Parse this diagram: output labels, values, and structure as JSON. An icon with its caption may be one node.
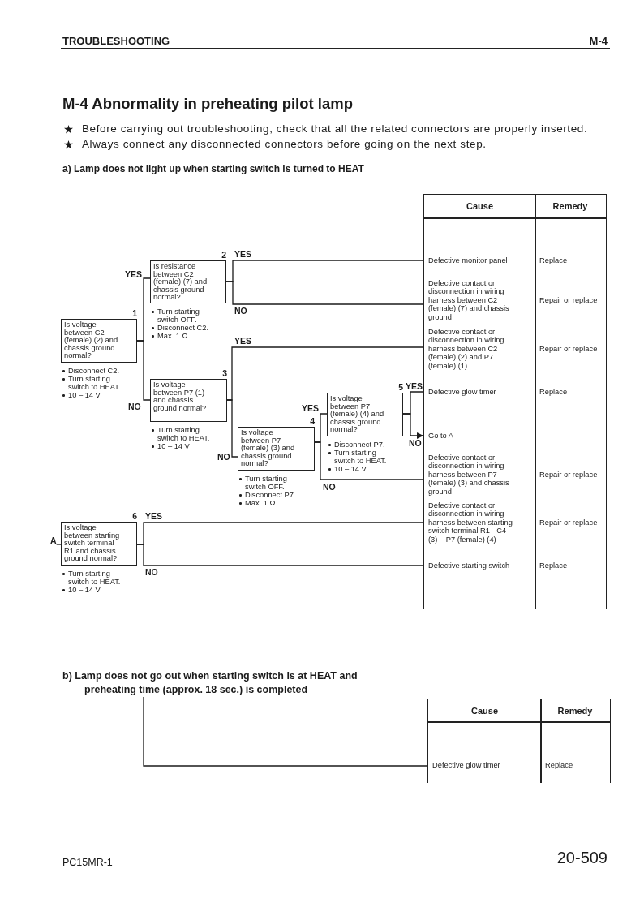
{
  "diagram": {
    "title": "M-4 Abnormality in preheating pilot lamp",
    "nodes": [
      {
        "text": [
          "Is voltage between C2 (female) (2) and chassis ground normal?"
        ],
        "beside": [
          "1",
          "Disconnect C2.",
          "Turn starting switch to HEAT.",
          "10 – 14 V"
        ]
      },
      {
        "text": [
          "Is resistance between C2 (female) (7) and chassis ground normal?"
        ],
        "beside": [
          "2",
          "Turn starting switch OFF.",
          "Disconnect C2.",
          "Max. 1 Ω"
        ]
      },
      {
        "text": [
          "Is voltage between P7 (1) and chassis ground normal?"
        ],
        "beside": [
          "3",
          "Turn starting switch to HEAT.",
          "10 – 14 V"
        ]
      },
      {
        "text": [
          "Is voltage between P7 (female) (3) and chassis ground normal?"
        ],
        "beside": [
          "4",
          "Turn starting switch OFF.",
          "Disconnect P7.",
          "Max. 1 Ω"
        ]
      },
      {
        "text": [
          "Is voltage between P7 (female) (4) and chassis ground normal?"
        ],
        "beside": [
          "5",
          "Disconnect P7.",
          "Turn starting switch to HEAT.",
          "10 – 14 V"
        ]
      },
      {
        "text": [
          "A"
        ]
      },
      {
        "text": [
          "Is voltage between starting switch terminal R1 and chassis ground normal?"
        ],
        "beside": [
          "6",
          "Turn starting switch to HEAT.",
          "10 – 14 V"
        ]
      },
      {
        "text": [
          "Cause",
          "Remedy"
        ]
      },
      {
        "text": [
          "Defective monitor panel",
          "Replace"
        ],
        "in": 7
      },
      {
        "text": [
          "Defective contact or disconnection in wiring harness between C2 (female) (7) and chassis ground",
          "Repair or replace"
        ],
        "in": 7
      },
      {
        "text": [
          "Defective contact or disconnection in wiring harness between C2 (female) (2) and P7 (female) (1)",
          "Repair or replace"
        ],
        "in": 7
      },
      {
        "text": [
          "Defective glow timer",
          "Replace"
        ],
        "in": 7
      },
      {
        "text": [
          "Go to A"
        ],
        "in": 7
      },
      {
        "text": [
          "Defective contact or disconnection in wiring harness between P7 (female) (3) and chassis ground",
          "Repair or replace"
        ],
        "in": 7
      },
      {
        "text": [
          "Defective contact or disconnection in wiring harness between starting switch terminal R1 - C4 (3) – P7 (female) (4)",
          "Repair or replace"
        ],
        "in": 7
      },
      {
        "text": [
          "Defective starting switch",
          "Replace"
        ],
        "in": 7
      },
      {
        "text": [
          "b) Lamp does not go out when starting switch is at HEAT and preheating time (approx. 18 sec.) is completed"
        ]
      },
      {
        "text": [
          "Cause",
          "Remedy"
        ]
      },
      {
        "text": [
          "Defective glow timer",
          "Replace"
        ],
        "in": 17
      }
    ],
    "edges": [
      {
        "from": 0,
        "to": 1,
        "arrow": "none",
        "label": "YES"
      },
      {
        "from": 0,
        "to": 2,
        "arrow": "none",
        "label": "NO"
      },
      {
        "from": 1,
        "to": 8,
        "arrow": "none",
        "label": "YES"
      },
      {
        "from": 1,
        "to": 9,
        "arrow": "none",
        "label": "NO"
      },
      {
        "from": 2,
        "to": 10,
        "arrow": "none",
        "label": "YES"
      },
      {
        "from": 2,
        "to": 3,
        "arrow": "none",
        "label": "NO"
      },
      {
        "from": 3,
        "to": 4,
        "arrow": "none",
        "label": "YES"
      },
      {
        "from": 3,
        "to": 13,
        "arrow": "none",
        "label": "NO"
      },
      {
        "from": 4,
        "to": 11,
        "arrow": "none",
        "label": "YES"
      },
      {
        "from": 4,
        "to": 12,
        "arrow": "to",
        "label": "NO"
      },
      {
        "from": 5,
        "to": 6,
        "arrow": "none"
      },
      {
        "from": 6,
        "to": 14,
        "arrow": "none",
        "label": "YES"
      },
      {
        "from": 6,
        "to": 15,
        "arrow": "none",
        "label": "NO"
      },
      {
        "from": 16,
        "to": 18,
        "arrow": "none"
      }
    ],
    "labels": [
      "TROUBLESHOOTING",
      "M-4",
      "Before carrying out troubleshooting, check that all the related connectors are properly inserted.",
      "Always connect any disconnected connectors before going on the next step.",
      "a) Lamp does not light up when starting switch is turned to HEAT",
      "PC15MR-1",
      "20-509"
    ]
  }
}
